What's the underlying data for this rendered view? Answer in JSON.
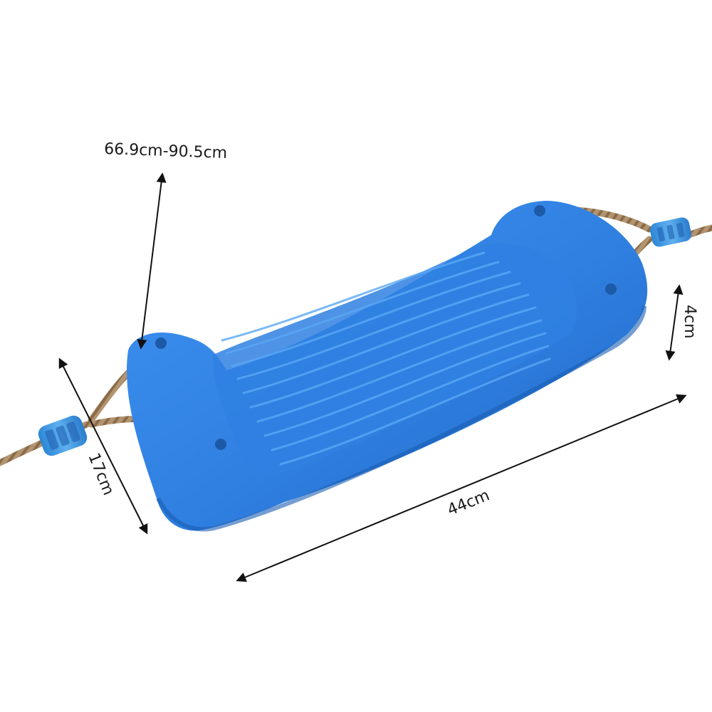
{
  "product": {
    "name_icon": "swing-seat",
    "body_color": "#2f7fe0",
    "rope_color": "#a88a63"
  },
  "dimensions": {
    "rope_length": "66.9cm-90.5cm",
    "seat_width": "17cm",
    "seat_length": "44cm",
    "seat_height": "4cm"
  }
}
